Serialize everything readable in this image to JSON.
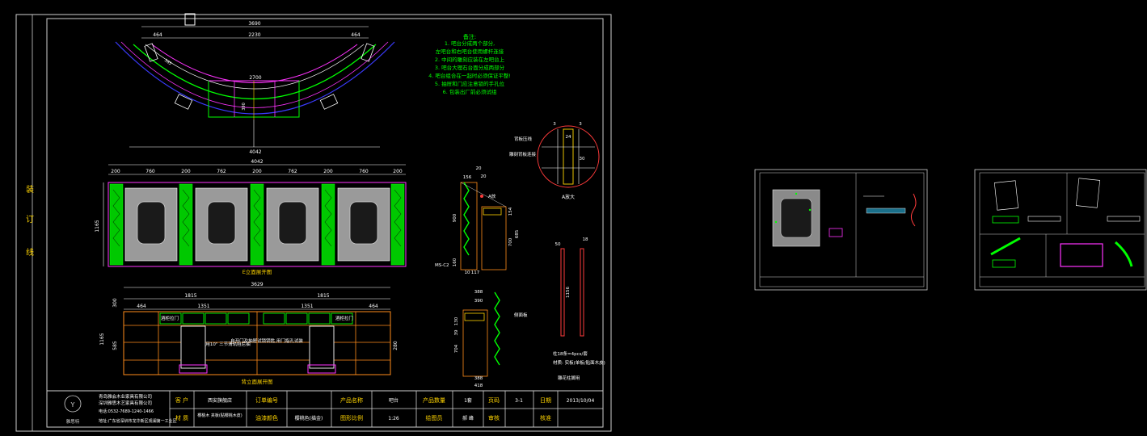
{
  "binding_label": [
    "装",
    "订",
    "线"
  ],
  "notes": {
    "title": "备注:",
    "lines": [
      "1. 吧台分成两个部分,",
      "左吧台和右吧台使用螺杆连接",
      "2. 中间的雕刻应装在左吧台上",
      "3. 吧台大理石台面分成两部分",
      "4. 吧台组合在一起时必须保证平整!",
      "5. 抽屉和门应注意锁的手孔位",
      "6. 包装出厂前必须试组"
    ]
  },
  "plan": {
    "dims": [
      "3690",
      "2230",
      "464",
      "464",
      "2700",
      "4042",
      "365",
      "390"
    ]
  },
  "front": {
    "top_total": "4042",
    "segments": [
      "200",
      "760",
      "200",
      "762",
      "200",
      "762",
      "200",
      "760",
      "200"
    ],
    "height": "1165",
    "label": "E立面展开图"
  },
  "back": {
    "top_total": "3629",
    "halves": [
      "1815",
      "1815"
    ],
    "segments": [
      "464",
      "1351",
      "1351",
      "464"
    ],
    "left_height": "1165",
    "sub_dims": [
      "300",
      "585",
      "280"
    ],
    "left_label": "酒柜拉门",
    "right_label": "酒柜拉门",
    "note1": "用10\" 三节滑轨阻尼抽",
    "note2": "自开门及抽屉试锁钥匙,用门指孔试装",
    "label": "背立面展开图"
  },
  "section_a": {
    "dims": [
      "156",
      "20",
      "20",
      "900",
      "160",
      "10",
      "117",
      "154",
      "685",
      "700"
    ],
    "callout": "A放",
    "label": "MS-C2"
  },
  "section_b": {
    "dims": [
      "388",
      "390",
      "130",
      "39",
      "704",
      "388",
      "418"
    ],
    "callout": "侧面板"
  },
  "detail": {
    "dims": [
      "3",
      "24",
      "3",
      "30"
    ],
    "label1": "背板压线",
    "label2": "雕刻背板连接",
    "label3": "A放大"
  },
  "post": {
    "dims": [
      "50",
      "18",
      "1156"
    ],
    "note1": "柱18条=4pcs/套",
    "note2": "材质: 实板(单板/贴面木皮)",
    "note3": "雕花柱脚用"
  },
  "titleblock": {
    "company1": "青岛雅会木业家具有限公司",
    "company2": "深圳雅思木艺家具有限公司",
    "phone": "电话:0532-7689-1240-1466",
    "address": "地址:广东省深圳市龙华新区观澜第一工业区",
    "logo_text": "雅思特",
    "labels": {
      "customer": "客 户",
      "order": "订单编号",
      "product": "产品名称",
      "qty": "产品数量",
      "page": "页码",
      "date": "日期",
      "material": "材 质",
      "paint": "油漆颜色",
      "scale": "图形比例",
      "drawer": "绘图员",
      "review": "审核",
      "approve": "核准"
    },
    "values": {
      "customer": "西安旗舰店",
      "order": "",
      "product": "吧台",
      "qty": "1套",
      "page": "3-1",
      "date": "2013/10/04",
      "material": "樱桃木 夹板(贴樱桃木皮)",
      "paint": "樱桃色(描金)",
      "scale": "1:26",
      "drawer": "郝 峰"
    }
  }
}
